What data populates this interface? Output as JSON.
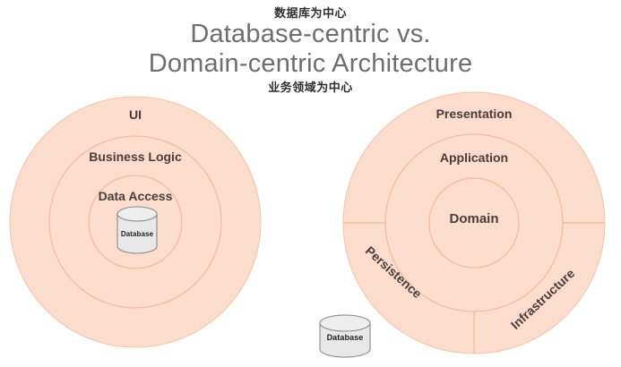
{
  "title": {
    "main": "Database-centric vs.\nDomain-centric Architecture",
    "annotation_top": "数据库为中心",
    "annotation_bottom": "业务领域为中心"
  },
  "colors": {
    "ring_fill": "#fbdccd",
    "ring_stroke": "#f0b99b",
    "label_text": "#4a3d39",
    "title_text": "#6e6e6e",
    "annotation_text": "#2f2f2f",
    "cylinder_fill": "#e8e8e8",
    "cylinder_stroke": "#8a8a8a",
    "background": "#ffffff"
  },
  "left_diagram": {
    "name": "database-centric",
    "rings": [
      {
        "label": "UI",
        "level": "outer"
      },
      {
        "label": "Business Logic",
        "level": "middle"
      },
      {
        "label": "Data Access",
        "level": "inner"
      }
    ],
    "cylinder": {
      "label": "Database"
    }
  },
  "right_diagram": {
    "name": "domain-centric",
    "rings": [
      {
        "label": "Presentation",
        "level": "outer"
      },
      {
        "label": "Application",
        "level": "middle"
      },
      {
        "label": "Domain",
        "level": "inner"
      }
    ],
    "sectors": [
      {
        "label": "Persistence",
        "position": "bottom-left"
      },
      {
        "label": "Infrastructure",
        "position": "bottom-right"
      }
    ],
    "cylinder": {
      "label": "Database"
    }
  }
}
